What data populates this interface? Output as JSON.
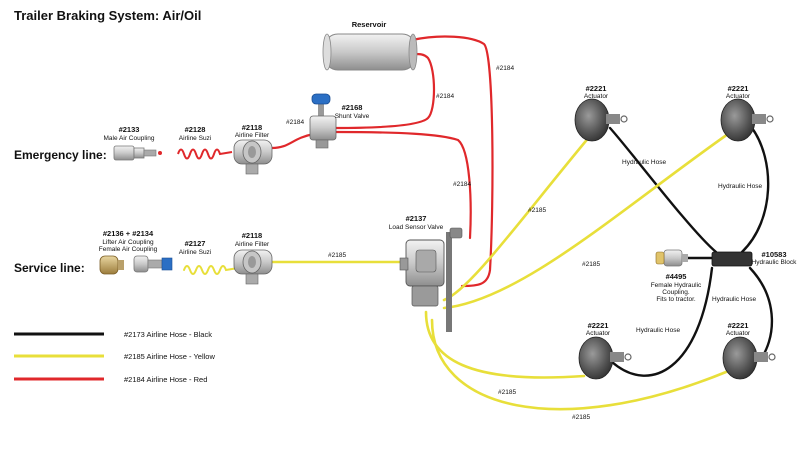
{
  "title": "Trailer Braking System: Air/Oil",
  "line_labels": {
    "emergency": "Emergency line:",
    "service": "Service line:"
  },
  "components": {
    "reservoir": "Reservoir",
    "male_coupling": {
      "part": "#2133",
      "name": "Male Air Coupling"
    },
    "suzi_emergency": {
      "part": "#2128",
      "name": "Airline Suzi"
    },
    "filter_emergency": {
      "part": "#2118",
      "name": "Airline Filter"
    },
    "shunt_valve": {
      "part": "#2168",
      "name": "Shunt Valve"
    },
    "lifter_coupling": {
      "part": "#2136 + #2134",
      "name1": "Lifter Air Coupling",
      "name2": "Female Air Coupling"
    },
    "suzi_service": {
      "part": "#2127",
      "name": "Airline Suzi"
    },
    "filter_service": {
      "part": "#2118",
      "name": "Airline Filter"
    },
    "load_sensor": {
      "part": "#2137",
      "name": "Load Sensor Valve"
    },
    "actuator_tl": {
      "part": "#2221",
      "name": "Actuator"
    },
    "actuator_tr": {
      "part": "#2221",
      "name": "Actuator"
    },
    "actuator_bl": {
      "part": "#2221",
      "name": "Actuator"
    },
    "actuator_br": {
      "part": "#2221",
      "name": "Actuator"
    },
    "hydraulic_block": {
      "part": "#10583",
      "name": "Hydraulic Block"
    },
    "female_hydraulic": {
      "part": "#4495",
      "name1": "Female Hydraulic",
      "name2": "Coupling.",
      "name3": "Fits to tractor."
    }
  },
  "hose_labels": {
    "red_1": "#2184",
    "red_2": "#2184",
    "red_3": "#2184",
    "red_4": "#2184",
    "yellow_service": "#2185",
    "yellow_1": "#2185",
    "yellow_2": "#2185",
    "yellow_3": "#2185",
    "yellow_4": "#2185",
    "hydraulic_1": "Hydraulic Hose",
    "hydraulic_2": "Hydraulic Hose",
    "hydraulic_3": "Hydraulic Hose",
    "hydraulic_4": "Hydraulic Hose"
  },
  "legend": [
    {
      "label": "#2173 Airline Hose - Black",
      "color": "#111111"
    },
    {
      "label": "#2185 Airline Hose - Yellow",
      "color": "#e8df3a"
    },
    {
      "label": "#2184 Airline Hose - Red",
      "color": "#e0282b"
    }
  ],
  "colors": {
    "black_hose": "#111111",
    "yellow_hose": "#e8df3a",
    "red_hose": "#e0282b"
  }
}
